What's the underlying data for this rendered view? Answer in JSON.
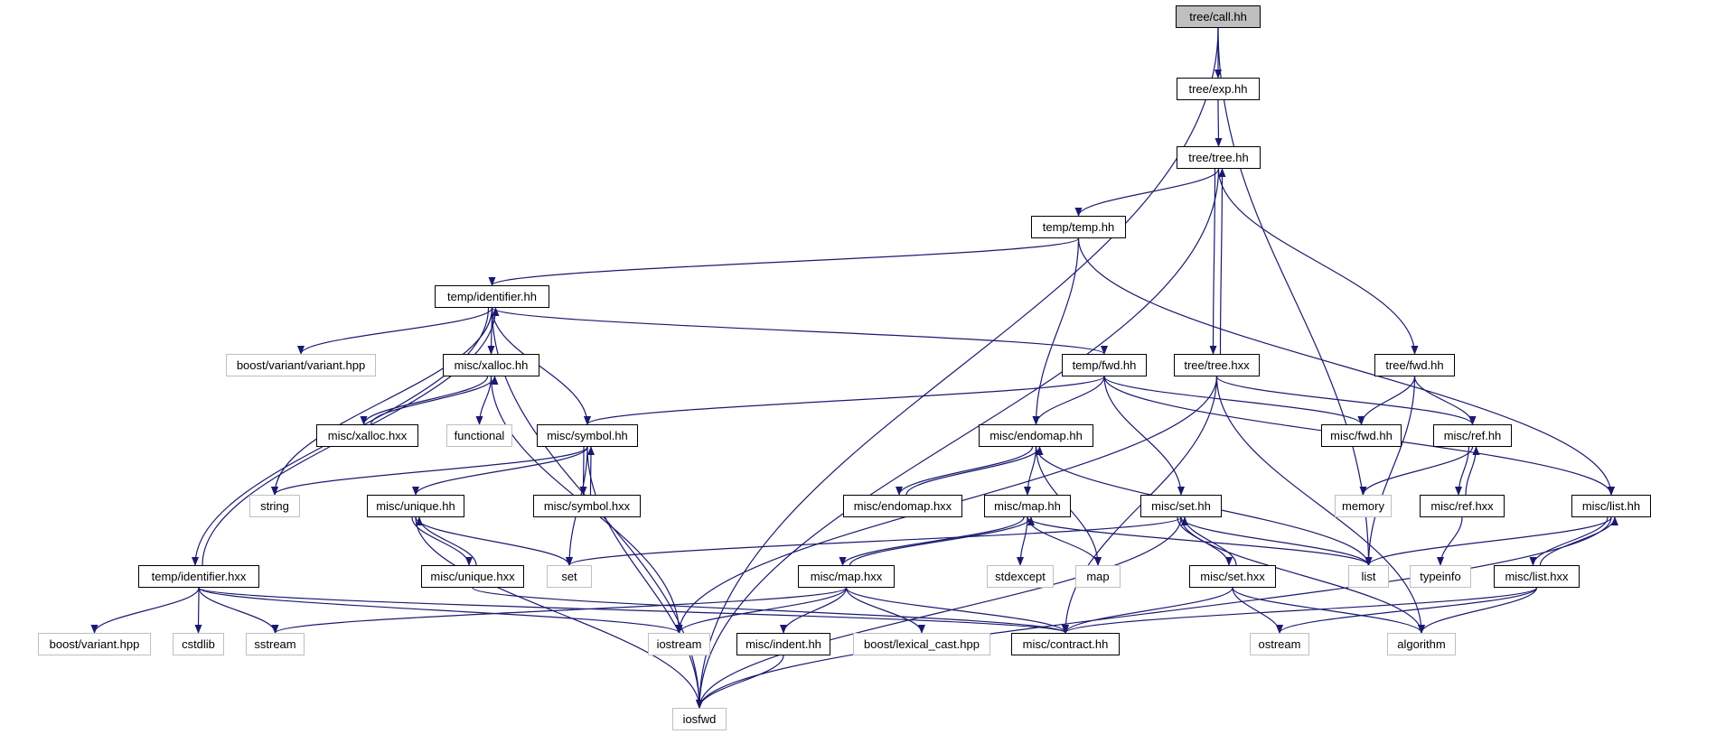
{
  "colors": {
    "edge": "#191970",
    "node_border": "#000000",
    "external_border": "#bfbfbf",
    "root_fill": "#bfbfbf"
  },
  "nodes": {
    "tree_call_hh": {
      "label": "tree/call.hh",
      "kind": "root"
    },
    "tree_exp_hh": {
      "label": "tree/exp.hh",
      "kind": "doc"
    },
    "tree_tree_hh": {
      "label": "tree/tree.hh",
      "kind": "doc"
    },
    "temp_temp_hh": {
      "label": "temp/temp.hh",
      "kind": "doc"
    },
    "temp_identifier_hh": {
      "label": "temp/identifier.hh",
      "kind": "doc"
    },
    "boost_variant_variant_hpp": {
      "label": "boost/variant/variant.hpp",
      "kind": "ext"
    },
    "misc_xalloc_hh": {
      "label": "misc/xalloc.hh",
      "kind": "doc"
    },
    "temp_fwd_hh": {
      "label": "temp/fwd.hh",
      "kind": "doc"
    },
    "tree_tree_hxx": {
      "label": "tree/tree.hxx",
      "kind": "doc"
    },
    "tree_fwd_hh": {
      "label": "tree/fwd.hh",
      "kind": "doc"
    },
    "misc_xalloc_hxx": {
      "label": "misc/xalloc.hxx",
      "kind": "doc"
    },
    "functional": {
      "label": "functional",
      "kind": "ext"
    },
    "misc_symbol_hh": {
      "label": "misc/symbol.hh",
      "kind": "doc"
    },
    "misc_endomap_hh": {
      "label": "misc/endomap.hh",
      "kind": "doc"
    },
    "misc_fwd_hh": {
      "label": "misc/fwd.hh",
      "kind": "doc"
    },
    "misc_ref_hh": {
      "label": "misc/ref.hh",
      "kind": "doc"
    },
    "string": {
      "label": "string",
      "kind": "ext"
    },
    "misc_unique_hh": {
      "label": "misc/unique.hh",
      "kind": "doc"
    },
    "misc_symbol_hxx": {
      "label": "misc/symbol.hxx",
      "kind": "doc"
    },
    "misc_endomap_hxx": {
      "label": "misc/endomap.hxx",
      "kind": "doc"
    },
    "misc_map_hh": {
      "label": "misc/map.hh",
      "kind": "doc"
    },
    "misc_set_hh": {
      "label": "misc/set.hh",
      "kind": "doc"
    },
    "memory": {
      "label": "memory",
      "kind": "ext"
    },
    "misc_ref_hxx": {
      "label": "misc/ref.hxx",
      "kind": "doc"
    },
    "misc_list_hh": {
      "label": "misc/list.hh",
      "kind": "doc"
    },
    "temp_identifier_hxx": {
      "label": "temp/identifier.hxx",
      "kind": "doc"
    },
    "misc_unique_hxx": {
      "label": "misc/unique.hxx",
      "kind": "doc"
    },
    "set": {
      "label": "set",
      "kind": "ext"
    },
    "misc_map_hxx": {
      "label": "misc/map.hxx",
      "kind": "doc"
    },
    "stdexcept": {
      "label": "stdexcept",
      "kind": "ext"
    },
    "map": {
      "label": "map",
      "kind": "ext"
    },
    "list": {
      "label": "list",
      "kind": "ext"
    },
    "misc_set_hxx": {
      "label": "misc/set.hxx",
      "kind": "doc"
    },
    "typeinfo": {
      "label": "typeinfo",
      "kind": "ext"
    },
    "misc_list_hxx": {
      "label": "misc/list.hxx",
      "kind": "doc"
    },
    "boost_variant_hpp": {
      "label": "boost/variant.hpp",
      "kind": "ext"
    },
    "cstdlib": {
      "label": "cstdlib",
      "kind": "ext"
    },
    "sstream": {
      "label": "sstream",
      "kind": "ext"
    },
    "iostream": {
      "label": "iostream",
      "kind": "ext"
    },
    "misc_indent_hh": {
      "label": "misc/indent.hh",
      "kind": "doc"
    },
    "boost_lexical_cast_hpp": {
      "label": "boost/lexical_cast.hpp",
      "kind": "ext"
    },
    "misc_contract_hh": {
      "label": "misc/contract.hh",
      "kind": "doc"
    },
    "ostream": {
      "label": "ostream",
      "kind": "ext"
    },
    "algorithm": {
      "label": "algorithm",
      "kind": "ext"
    },
    "iosfwd": {
      "label": "iosfwd",
      "kind": "ext"
    }
  },
  "edges": [
    [
      "tree_call_hh",
      "tree_exp_hh"
    ],
    [
      "tree_call_hh",
      "list"
    ],
    [
      "tree_call_hh",
      "iosfwd"
    ],
    [
      "tree_exp_hh",
      "tree_tree_hh"
    ],
    [
      "tree_tree_hh",
      "temp_temp_hh"
    ],
    [
      "tree_tree_hh",
      "tree_tree_hxx"
    ],
    [
      "tree_tree_hh",
      "tree_fwd_hh"
    ],
    [
      "tree_tree_hh",
      "iosfwd"
    ],
    [
      "temp_temp_hh",
      "temp_identifier_hh"
    ],
    [
      "temp_temp_hh",
      "misc_endomap_hh"
    ],
    [
      "temp_temp_hh",
      "misc_list_hh"
    ],
    [
      "temp_identifier_hh",
      "boost_variant_variant_hpp"
    ],
    [
      "temp_identifier_hh",
      "misc_xalloc_hh"
    ],
    [
      "temp_identifier_hh",
      "temp_fwd_hh"
    ],
    [
      "temp_identifier_hh",
      "misc_symbol_hh"
    ],
    [
      "temp_identifier_hh",
      "string"
    ],
    [
      "temp_identifier_hh",
      "temp_identifier_hxx"
    ],
    [
      "temp_identifier_hh",
      "iosfwd"
    ],
    [
      "misc_xalloc_hh",
      "misc_xalloc_hxx"
    ],
    [
      "misc_xalloc_hh",
      "functional"
    ],
    [
      "misc_xalloc_hh",
      "iostream"
    ],
    [
      "misc_xalloc_hxx",
      "misc_xalloc_hh"
    ],
    [
      "temp_fwd_hh",
      "misc_symbol_hh"
    ],
    [
      "temp_fwd_hh",
      "misc_endomap_hh"
    ],
    [
      "temp_fwd_hh",
      "misc_fwd_hh"
    ],
    [
      "temp_fwd_hh",
      "misc_set_hh"
    ],
    [
      "temp_fwd_hh",
      "misc_list_hh"
    ],
    [
      "tree_tree_hxx",
      "tree_tree_hh"
    ],
    [
      "tree_tree_hxx",
      "misc_ref_hh"
    ],
    [
      "tree_tree_hxx",
      "iostream"
    ],
    [
      "tree_tree_hxx",
      "misc_contract_hh"
    ],
    [
      "tree_tree_hxx",
      "algorithm"
    ],
    [
      "tree_fwd_hh",
      "misc_fwd_hh"
    ],
    [
      "tree_fwd_hh",
      "misc_ref_hh"
    ],
    [
      "tree_fwd_hh",
      "list"
    ],
    [
      "misc_symbol_hh",
      "string"
    ],
    [
      "misc_symbol_hh",
      "misc_unique_hh"
    ],
    [
      "misc_symbol_hh",
      "misc_symbol_hxx"
    ],
    [
      "misc_symbol_hh",
      "set"
    ],
    [
      "misc_symbol_hh",
      "iosfwd"
    ],
    [
      "misc_symbol_hxx",
      "misc_symbol_hh"
    ],
    [
      "misc_endomap_hh",
      "misc_endomap_hxx"
    ],
    [
      "misc_endomap_hh",
      "misc_map_hh"
    ],
    [
      "misc_endomap_hh",
      "map"
    ],
    [
      "misc_endomap_hh",
      "list"
    ],
    [
      "misc_endomap_hxx",
      "misc_endomap_hh"
    ],
    [
      "misc_ref_hh",
      "memory"
    ],
    [
      "misc_ref_hh",
      "misc_ref_hxx"
    ],
    [
      "misc_ref_hxx",
      "misc_ref_hh"
    ],
    [
      "misc_ref_hxx",
      "typeinfo"
    ],
    [
      "misc_unique_hh",
      "misc_unique_hxx"
    ],
    [
      "misc_unique_hh",
      "set"
    ],
    [
      "misc_unique_hh",
      "iosfwd"
    ],
    [
      "misc_unique_hxx",
      "misc_unique_hh"
    ],
    [
      "misc_unique_hxx",
      "misc_contract_hh"
    ],
    [
      "misc_map_hh",
      "misc_map_hxx"
    ],
    [
      "misc_map_hh",
      "stdexcept"
    ],
    [
      "misc_map_hh",
      "map"
    ],
    [
      "misc_map_hh",
      "list"
    ],
    [
      "misc_map_hxx",
      "misc_map_hh"
    ],
    [
      "misc_map_hxx",
      "sstream"
    ],
    [
      "misc_map_hxx",
      "iostream"
    ],
    [
      "misc_map_hxx",
      "misc_indent_hh"
    ],
    [
      "misc_map_hxx",
      "boost_lexical_cast_hpp"
    ],
    [
      "misc_map_hxx",
      "misc_contract_hh"
    ],
    [
      "misc_set_hh",
      "set"
    ],
    [
      "misc_set_hh",
      "misc_set_hxx"
    ],
    [
      "misc_set_hh",
      "list"
    ],
    [
      "misc_set_hh",
      "algorithm"
    ],
    [
      "misc_set_hh",
      "iosfwd"
    ],
    [
      "misc_set_hxx",
      "misc_set_hh"
    ],
    [
      "misc_set_hxx",
      "misc_contract_hh"
    ],
    [
      "misc_set_hxx",
      "ostream"
    ],
    [
      "misc_set_hxx",
      "algorithm"
    ],
    [
      "misc_list_hh",
      "misc_list_hxx"
    ],
    [
      "misc_list_hh",
      "list"
    ],
    [
      "misc_list_hh",
      "iosfwd"
    ],
    [
      "misc_list_hxx",
      "misc_list_hh"
    ],
    [
      "misc_list_hxx",
      "misc_contract_hh"
    ],
    [
      "misc_list_hxx",
      "ostream"
    ],
    [
      "misc_list_hxx",
      "algorithm"
    ],
    [
      "temp_identifier_hxx",
      "temp_identifier_hh"
    ],
    [
      "temp_identifier_hxx",
      "boost_variant_hpp"
    ],
    [
      "temp_identifier_hxx",
      "cstdlib"
    ],
    [
      "temp_identifier_hxx",
      "sstream"
    ],
    [
      "temp_identifier_hxx",
      "iostream"
    ],
    [
      "temp_identifier_hxx",
      "misc_contract_hh"
    ],
    [
      "misc_indent_hh",
      "iosfwd"
    ]
  ]
}
